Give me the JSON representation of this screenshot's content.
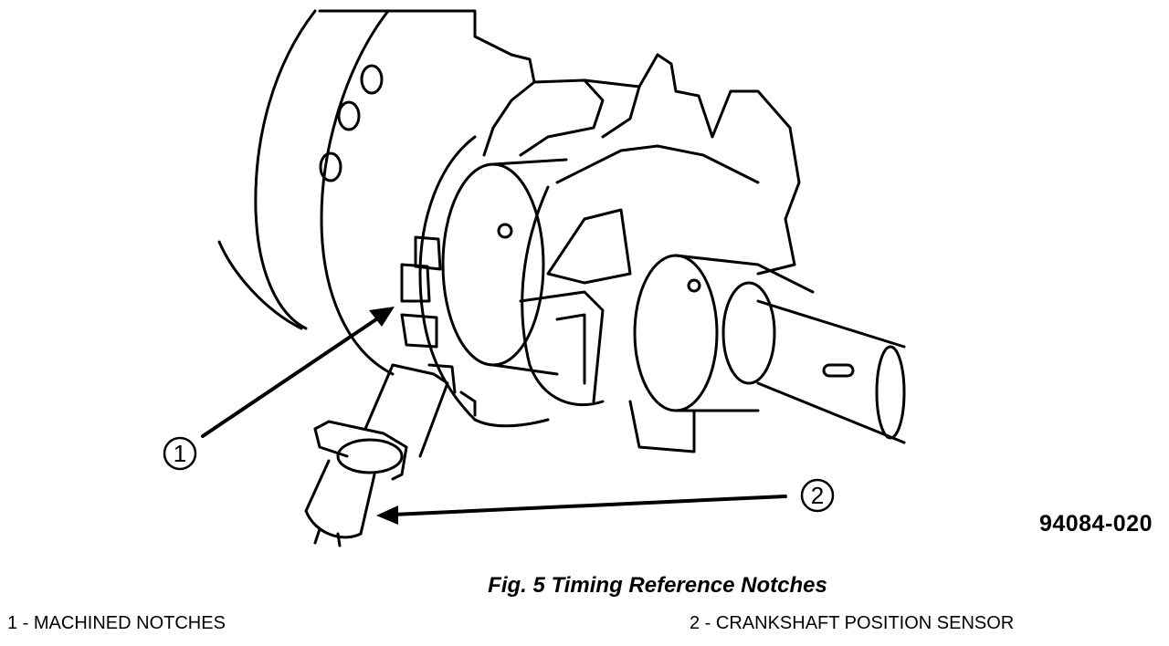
{
  "figure": {
    "id": "94084-020",
    "caption": "Fig. 5 Timing Reference Notches"
  },
  "callouts": [
    {
      "number": "1",
      "label": "1 - MACHINED NOTCHES"
    },
    {
      "number": "2",
      "label": "2 - CRANKSHAFT POSITION SENSOR"
    }
  ],
  "colors": {
    "ink": "#000000",
    "paper": "#ffffff"
  }
}
